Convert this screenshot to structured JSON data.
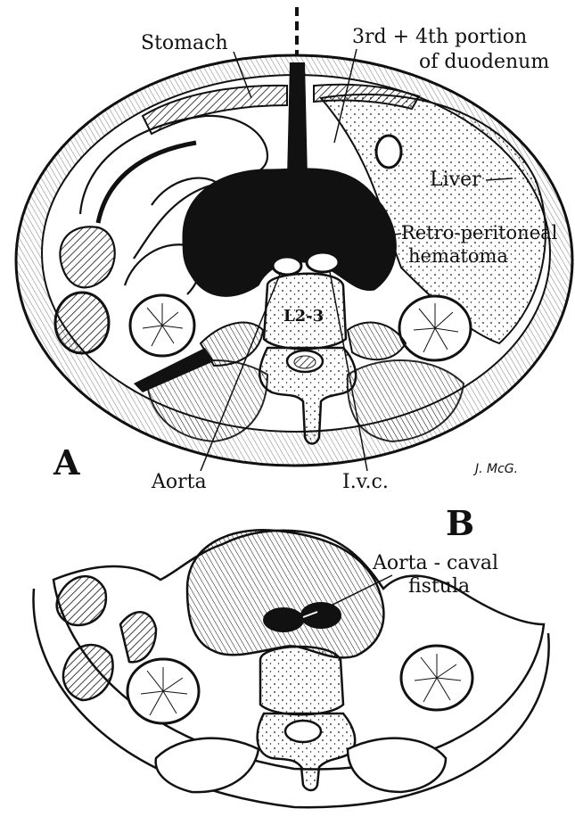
{
  "figure": {
    "panel_a": {
      "letter": "A",
      "labels": {
        "stomach": "Stomach",
        "duodenum_line1": "3rd + 4th portion",
        "duodenum_line2": "of duodenum",
        "liver": "Liver",
        "hematoma_line1": "Retro-peritoneal",
        "hematoma_line2": "hematoma",
        "vertebra": "L2-3",
        "aorta": "Aorta",
        "ivc": "I.v.c."
      },
      "signature": "J. McG."
    },
    "panel_b": {
      "letter": "B",
      "labels": {
        "fistula_line1": "Aorta - caval",
        "fistula_line2": "fistula"
      }
    }
  },
  "colors": {
    "ink": "#111111",
    "paper": "#ffffff"
  }
}
